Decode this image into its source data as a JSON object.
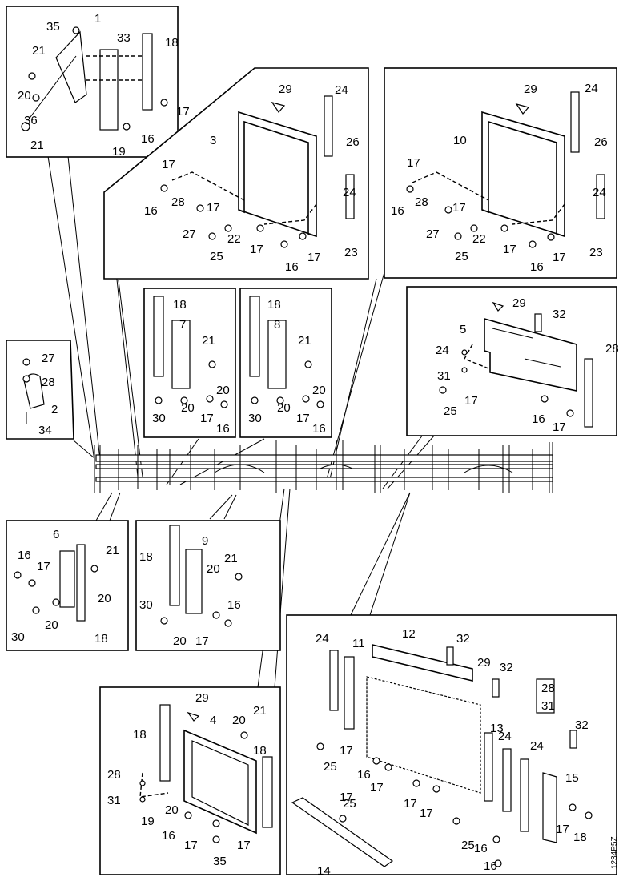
{
  "diagram": {
    "callouts": {
      "p1": [
        "35",
        "1",
        "33",
        "18",
        "21",
        "20",
        "17",
        "36",
        "19",
        "16",
        "21"
      ],
      "p3": [
        "29",
        "24",
        "3",
        "26",
        "17",
        "16",
        "28",
        "24",
        "27",
        "17",
        "22",
        "25",
        "17",
        "16",
        "17",
        "23"
      ],
      "p10": [
        "29",
        "24",
        "10",
        "26",
        "17",
        "16",
        "28",
        "24",
        "27",
        "17",
        "22",
        "25",
        "17",
        "16",
        "17",
        "23"
      ],
      "p2": [
        "27",
        "28",
        "2",
        "34"
      ],
      "p7": [
        "18",
        "7",
        "21",
        "20",
        "30",
        "20",
        "17",
        "16"
      ],
      "p8": [
        "18",
        "8",
        "21",
        "20",
        "30",
        "20",
        "17",
        "16"
      ],
      "p5": [
        "29",
        "32",
        "5",
        "28",
        "24",
        "31",
        "17",
        "25",
        "16",
        "17"
      ],
      "p6": [
        "6",
        "21",
        "16",
        "17",
        "20",
        "30",
        "20",
        "18"
      ],
      "p9": [
        "9",
        "18",
        "21",
        "20",
        "16",
        "30",
        "20",
        "17"
      ],
      "p4": [
        "29",
        "21",
        "4",
        "20",
        "18",
        "18",
        "28",
        "31",
        "19",
        "20",
        "16",
        "17",
        "17",
        "35"
      ],
      "p12": [
        "12",
        "32",
        "24",
        "11",
        "29",
        "32",
        "28",
        "31",
        "13",
        "17",
        "25",
        "32",
        "24",
        "24",
        "15",
        "17",
        "18",
        "25",
        "17",
        "16",
        "17",
        "25",
        "17",
        "17",
        "16",
        "14",
        "16"
      ]
    },
    "drawing_code": "1234P5Z"
  }
}
